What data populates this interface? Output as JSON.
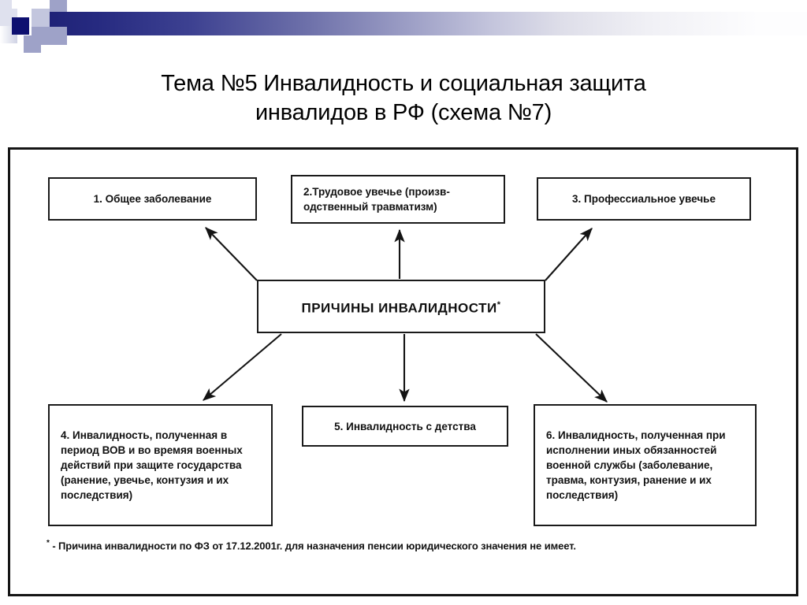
{
  "slide": {
    "title_line1": "Тема №5 Инвалидность и социальная защита",
    "title_line2": "инвалидов в РФ (схема №7)"
  },
  "decoration": {
    "accent_navy": "#0e1070",
    "accent_mid": "#9ea2c8",
    "accent_light": "#c3c6de",
    "gradient_from": "#1f2277",
    "gradient_to": "#ffffff"
  },
  "diagram": {
    "type": "diagram",
    "center": {
      "label": "ПРИЧИНЫ ИНВАЛИДНОСТИ",
      "marker": "*"
    },
    "nodes": [
      {
        "id": "1",
        "label": "1. Общее заболевание"
      },
      {
        "id": "2",
        "label": "2.Трудовое увечье (произв-одственный травматизм)"
      },
      {
        "id": "3",
        "label": "3. Профессиальное увечье"
      },
      {
        "id": "4",
        "label": "4. Инвалидность, полученная в период ВОВ и во времяя военных действий при защите государства (ранение, увечье, контузия и их последствия)"
      },
      {
        "id": "5",
        "label": "5. Инвалидность с детства"
      },
      {
        "id": "6",
        "label": "6. Инвалидность, полученная при исполнении иных обязанностей военной службы (заболевание, травма, контузия, ранение и их последствия)"
      }
    ],
    "edges": [
      {
        "from": "center",
        "to": "1",
        "direction": "up-left"
      },
      {
        "from": "center",
        "to": "2",
        "direction": "up"
      },
      {
        "from": "center",
        "to": "3",
        "direction": "up-right"
      },
      {
        "from": "center",
        "to": "4",
        "direction": "down-left"
      },
      {
        "from": "center",
        "to": "5",
        "direction": "down"
      },
      {
        "from": "center",
        "to": "6",
        "direction": "down-right"
      }
    ],
    "footnote": {
      "marker": "*",
      "text": "- Причина инвалидности по ФЗ от 17.12.2001г. для назначения пенсии юридического значения не имеет."
    }
  }
}
